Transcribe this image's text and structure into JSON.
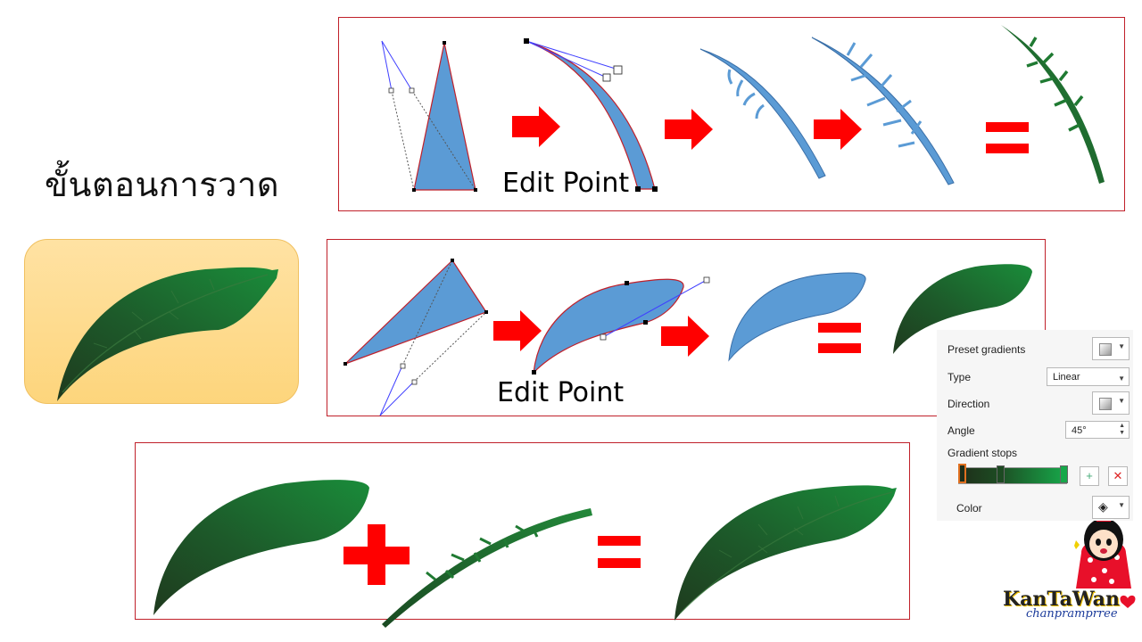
{
  "slide": {
    "title": "ขั้นตอนการวาด",
    "edit_point_label_1": "Edit Point",
    "edit_point_label_2": "Edit Point"
  },
  "colors": {
    "frame": "#c0202a",
    "arrow": "#ff0000",
    "shape_blue": "#5b9bd5",
    "leaf_dark": "#1e3a1e",
    "leaf_green": "#1a8c3a",
    "sample_bg": "#fdd57c"
  },
  "format_panel": {
    "preset_gradients_label": "Preset gradients",
    "type_label": "Type",
    "type_value": "Linear",
    "direction_label": "Direction",
    "angle_label": "Angle",
    "angle_value": "45°",
    "gradient_stops_label": "Gradient stops",
    "color_label": "Color"
  },
  "logo": {
    "name": "KanTaWan",
    "subtitle": "chanpramprree"
  }
}
